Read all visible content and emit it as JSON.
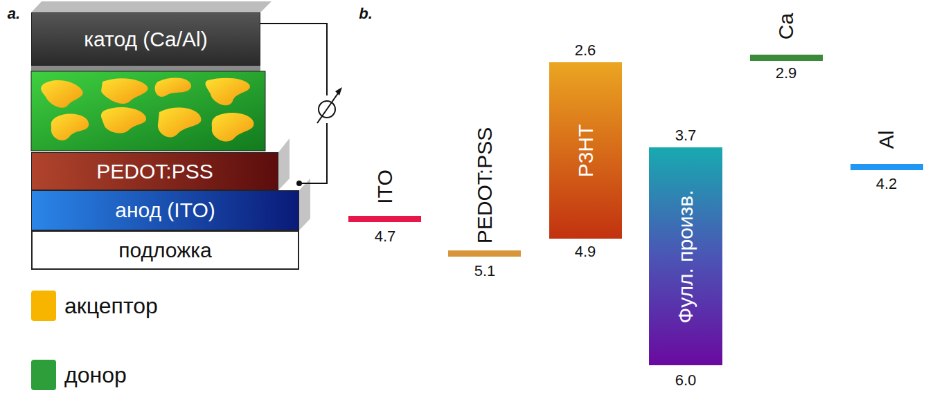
{
  "diagram": {
    "nodes": [
      {
        "text": [
          "катод (Ca/Al)"
        ]
      },
      {
        "text": [
          "PEDOT:PSS"
        ]
      },
      {
        "text": [
          "анод (ITO)"
        ]
      },
      {
        "text": [
          "подложка"
        ]
      },
      {
        "text": [
          "P3HT"
        ]
      },
      {
        "text": [
          "Фулл. произв."
        ]
      }
    ],
    "edges": [],
    "labels": [
      "a.",
      "b.",
      "ITO",
      "4.7",
      "PEDOT:PSS",
      "5.1",
      "2.6",
      "4.9",
      "3.7",
      "6.0",
      "Ca",
      "2.9",
      "Al",
      "4.2"
    ],
    "legend": [
      {
        "text": "акцептор",
        "color": "#f7b500"
      },
      {
        "text": "донор",
        "color": "#2e9e3a"
      }
    ]
  }
}
